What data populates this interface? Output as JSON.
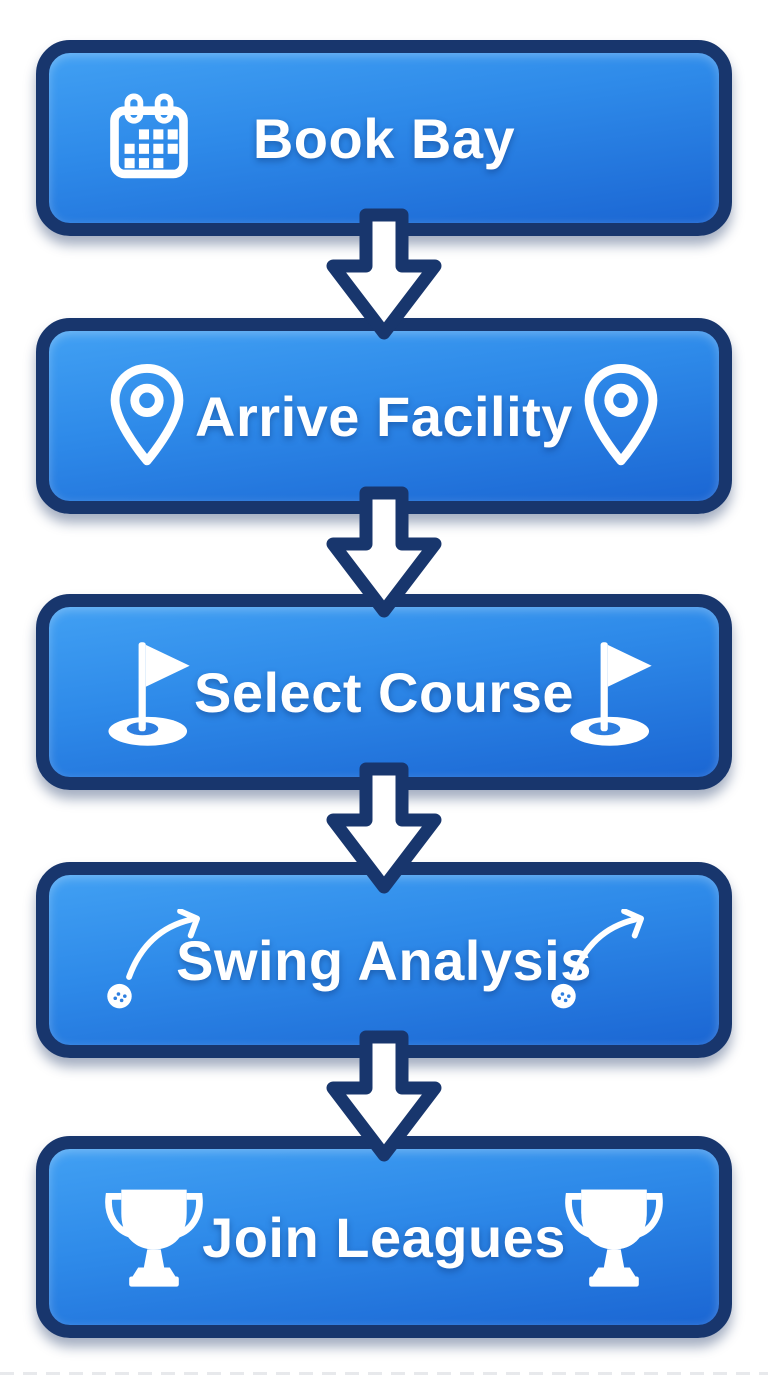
{
  "flow": {
    "direction": "vertical",
    "steps": [
      {
        "label": "Book Bay",
        "icon": "calendar-icon",
        "icon_sides": "left"
      },
      {
        "label": "Arrive Facility",
        "icon": "location-pin-icon",
        "icon_sides": "both"
      },
      {
        "label": "Select Course",
        "icon": "golf-flag-icon",
        "icon_sides": "both"
      },
      {
        "label": "Swing Analysis",
        "icon": "swing-trajectory-icon",
        "icon_sides": "both"
      },
      {
        "label": "Join Leagues",
        "icon": "trophy-icon",
        "icon_sides": "both"
      }
    ],
    "connectors": {
      "count": 4,
      "icon": "down-arrow-icon"
    }
  },
  "colors": {
    "background": "#ffffff",
    "box_gradient_top": "#41a0f3",
    "box_gradient_bottom": "#1b66d3",
    "box_border": "#18366d",
    "arrow_fill": "#ffffff",
    "arrow_outline": "#18366d",
    "label_text": "#ffffff",
    "icon_color": "#ffffff",
    "icon_accent": "#2f7fe0"
  }
}
